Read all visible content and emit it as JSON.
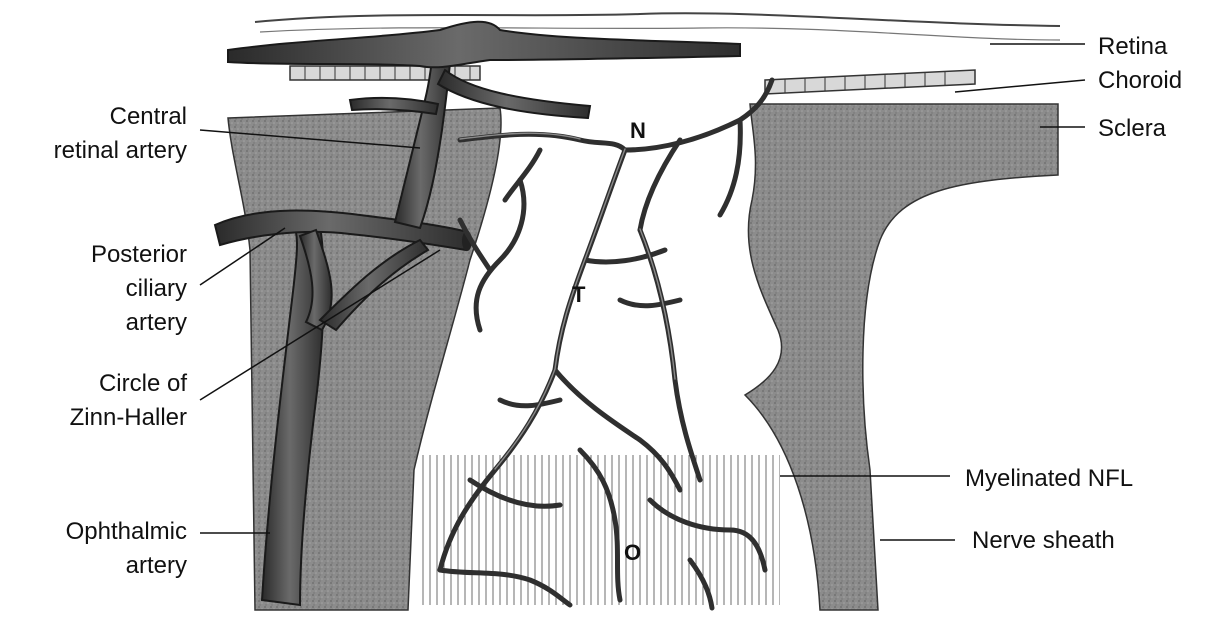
{
  "labels": {
    "retina": "Retina",
    "choroid": "Choroid",
    "sclera": "Sclera",
    "myelinated_nfl": "Myelinated NFL",
    "nerve_sheath": "Nerve sheath",
    "central_retinal_artery": [
      "Central",
      "retinal artery"
    ],
    "posterior_ciliary_artery": [
      "Posterior",
      "ciliary",
      "artery"
    ],
    "circle_of_zinn_haller": [
      "Circle of",
      "Zinn-Haller"
    ],
    "ophthalmic_artery": [
      "Ophthalmic",
      "artery"
    ]
  },
  "region_marks": {
    "nasal": "N",
    "temporal": "T",
    "optic": "O"
  },
  "colors": {
    "background": "#ffffff",
    "ink": "#111111",
    "sclera_fill": "#8a8a8a",
    "vessel_dark": "#3a3a3a",
    "vessel_light": "#6e6e6e"
  }
}
